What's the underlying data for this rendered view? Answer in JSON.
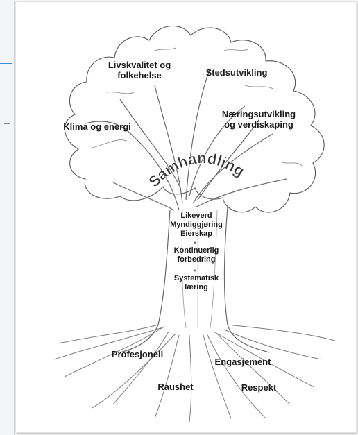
{
  "diagram": {
    "arc_title": "Samhandling",
    "crown_labels": {
      "livskvalitet": "Livskvalitet og\nfolkehelse",
      "stedsutvikling": "Stedsutvikling",
      "naeringsutvikling": "Næringsutvikling\nog verdiskaping",
      "klima": "Klima og energi"
    },
    "trunk_labels": {
      "values_block": "Likeverd\nMyndiggjøring\nEierskap",
      "separator": "*",
      "kontinuerlig": "Kontinuerlig\nforbedring",
      "systematisk": "Systematisk\nlæring"
    },
    "root_labels": {
      "profesjonell": "Profesjonell",
      "engasjement": "Engasjement",
      "raushet": "Raushet",
      "respekt": "Respekt"
    }
  }
}
